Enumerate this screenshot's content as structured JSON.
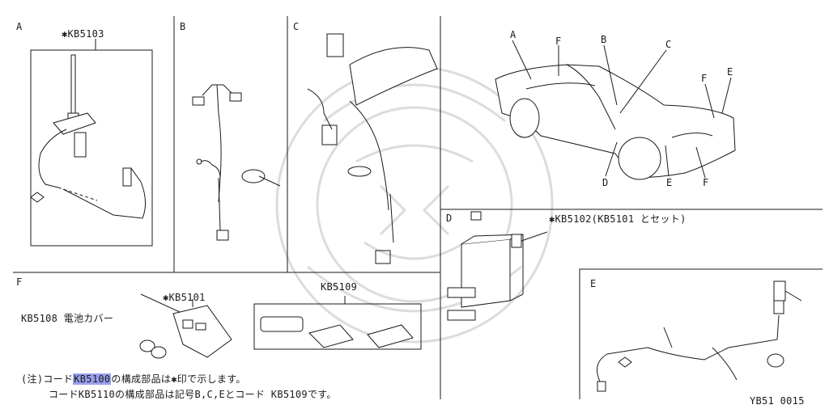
{
  "panels": {
    "A": {
      "letter": "A",
      "part": "✱KB5103"
    },
    "B": {
      "letter": "B"
    },
    "C": {
      "letter": "C"
    },
    "D": {
      "letter": "D",
      "part": "✱KB5102(KB5101 とセット)"
    },
    "E": {
      "letter": "E"
    },
    "F": {
      "letter": "F",
      "part_remote": "✱KB5101",
      "part_cover": "KB5108 電池カバー",
      "part_kit": "KB5109"
    }
  },
  "car_callouts": [
    "A",
    "F",
    "B",
    "C",
    "F",
    "E",
    "D",
    "E",
    "F"
  ],
  "notes": {
    "line1_prefix": "(注)コード",
    "line1_highlight": "KB5100",
    "line1_suffix": "の構成部品は✱印で示します。",
    "line2": "コードKB5110の構成部品は記号B,C,Eとコード KB5109です。"
  },
  "footer_code": "YB51 0015",
  "colors": {
    "line": "#1a1a1a",
    "highlight": "#9aa0ee",
    "watermark": "#d8d8d8"
  }
}
